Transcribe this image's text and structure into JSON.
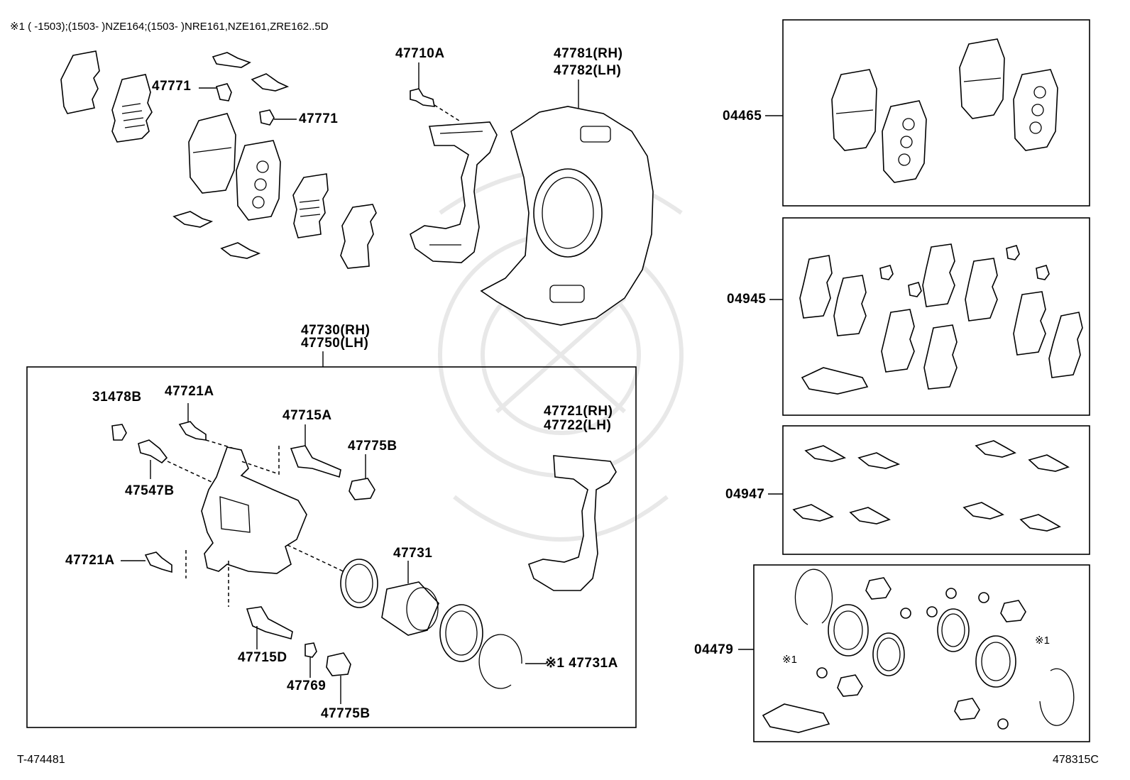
{
  "header_note": "※1 (      -1503);(1503-        )NZE164;(1503-        )NRE161,NZE161,ZRE162..5D",
  "footer": {
    "left_code": "T-474481",
    "right_code": "478315C"
  },
  "parts": {
    "p47771_a": "47771",
    "p47771_b": "47771",
    "p47710A": "47710A",
    "p47781": "47781(RH)",
    "p47782": "47782(LH)",
    "p47730": "47730(RH)",
    "p47750": "47750(LH)",
    "p31478B": "31478B",
    "p47721A_top": "47721A",
    "p47715A": "47715A",
    "p47775B_top": "47775B",
    "p47547B": "47547B",
    "p47721_rh": "47721(RH)",
    "p47722_lh": "47722(LH)",
    "p47721A_bottom": "47721A",
    "p47731": "47731",
    "p47715D": "47715D",
    "p47769": "47769",
    "p47775B_bottom": "47775B",
    "p47731A": "※1 47731A"
  },
  "kits": {
    "k04465": "04465",
    "k04945": "04945",
    "k04947": "04947",
    "k04479": "04479",
    "mark1_left": "※1",
    "mark1_right": "※1"
  }
}
